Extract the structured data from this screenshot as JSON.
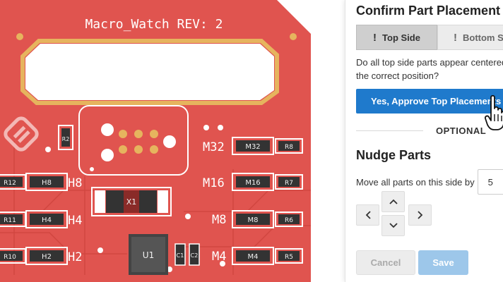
{
  "pcb": {
    "board_title": "Macro_Watch  REV: 2",
    "colors": {
      "board": "#e0544f",
      "gold": "#e6b45e",
      "silk": "#ffffff",
      "pad": "#dddddd"
    },
    "labels": {
      "m32": "M32",
      "m16": "M16",
      "m8": "M8",
      "m4": "M4",
      "h8": "H8",
      "h4": "H4",
      "h2": "H2"
    },
    "refs": {
      "r2": "R2",
      "r12": "R12",
      "r11": "R11",
      "r10": "R10",
      "r8": "R8",
      "r7": "R7",
      "r6": "R6",
      "r5": "R5",
      "x1": "X1",
      "u1": "U1",
      "c1": "C1",
      "c2": "C2",
      "cm32": "M32",
      "cm16": "M16",
      "cm8": "M8",
      "cm4": "M4",
      "ch8": "H8",
      "ch4": "H4",
      "ch2": "H2"
    }
  },
  "panel": {
    "title": "Confirm Part Placement",
    "tabs": [
      {
        "label": "Top Side",
        "active": true
      },
      {
        "label": "Bottom S",
        "active": false
      }
    ],
    "tab_icon": "!",
    "question": "Do all top side parts appear centered in the correct position?",
    "approve_label": "Yes, Approve Top Placements",
    "optional_label": "OPTIONAL",
    "nudge_title": "Nudge Parts",
    "move_label": "Move all parts on this side by",
    "move_value": "5",
    "cancel_label": "Cancel",
    "save_label": "Save",
    "colors": {
      "primary": "#1f7acc",
      "save_disabled": "#9dc7ea"
    }
  },
  "icons": {
    "up": "chevron-up-icon",
    "down": "chevron-down-icon",
    "left": "chevron-left-icon",
    "right": "chevron-right-icon",
    "cursor": "hand-pointer-icon"
  }
}
